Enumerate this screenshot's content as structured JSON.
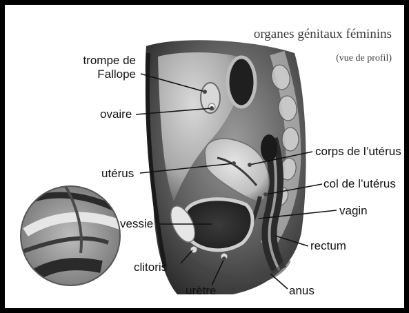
{
  "title": "organes génitaux féminins",
  "subtitle": "(vue de profil)",
  "labels": {
    "trompe_line1": "trompe de",
    "trompe_line2": "Fallope",
    "ovaire": "ovaire",
    "uterus": "utérus",
    "vessie": "vessie",
    "clitoris": "clitoris",
    "uretre": "urètre",
    "corps_uterus": "corps de l’utérus",
    "col_uterus": "col de l’utérus",
    "vagin": "vagin",
    "rectum": "rectum",
    "anus": "anus"
  },
  "colors": {
    "border": "#000000",
    "background": "#ffffff",
    "tissue_dark": "#3d3d3d",
    "tissue_mid": "#8a8a8a",
    "tissue_light": "#cfcfcf"
  }
}
